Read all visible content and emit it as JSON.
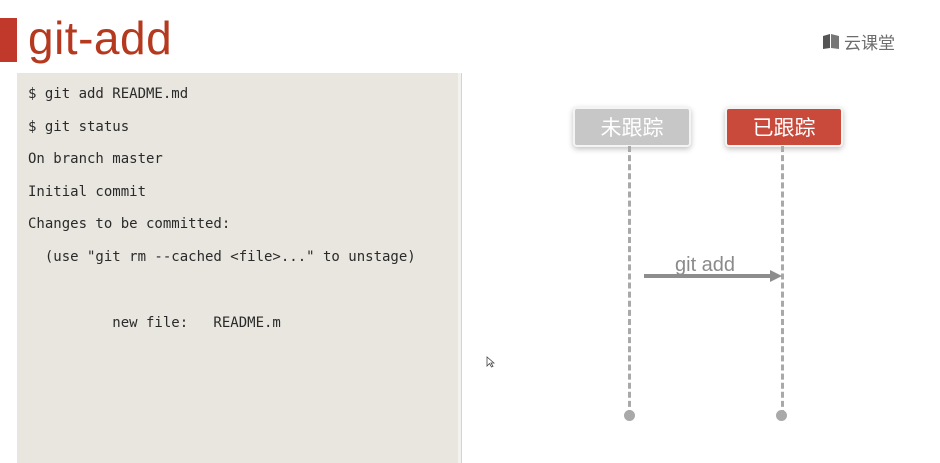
{
  "header": {
    "title": "git-add",
    "logo_text": "云课堂",
    "accent_color": "#c0392b",
    "title_color": "#b5391e"
  },
  "terminal": {
    "lines": [
      "$ git add README.md",
      "$ git status",
      "On branch master",
      "Initial commit",
      "Changes to be committed:",
      "  (use \"git rm --cached <file>...\" to unstage)",
      "          new file:   README.m"
    ]
  },
  "diagram": {
    "states": [
      {
        "label": "未跟踪",
        "color": "#c7c7c7"
      },
      {
        "label": "已跟踪",
        "color": "#c9493a"
      }
    ],
    "transition": {
      "label": "git add",
      "from": "未跟踪",
      "to": "已跟踪"
    }
  },
  "icons": {
    "logo": "book-icon",
    "cursor": "mouse-pointer-icon"
  }
}
